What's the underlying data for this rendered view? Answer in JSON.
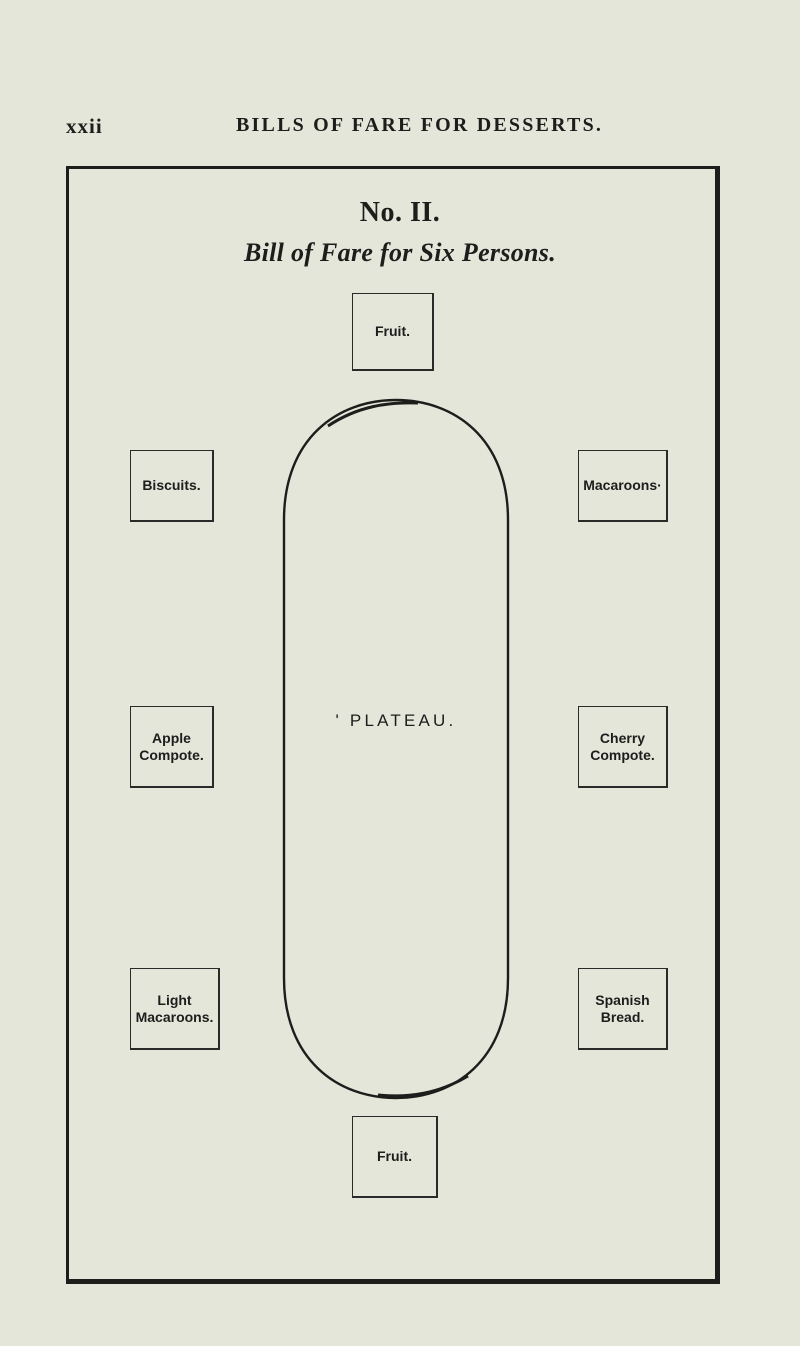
{
  "header": {
    "page_number": "xxii",
    "running_head": "BILLS OF FARE FOR DESSERTS."
  },
  "bill": {
    "number": "No. II.",
    "title": "Bill of Fare for Six Persons."
  },
  "plateau": {
    "label": "' PLATEAU."
  },
  "dishes": {
    "fruit_top": "Fruit.",
    "biscuits": "Biscuits.",
    "macaroons": "Macaroons·",
    "apple_compote": "Apple\nCompote.",
    "cherry_compote": "Cherry\nCompote.",
    "light_macaroons": "Light\nMacaroons.",
    "spanish_bread": "Spanish\nBread.",
    "fruit_bottom": "Fruit."
  }
}
